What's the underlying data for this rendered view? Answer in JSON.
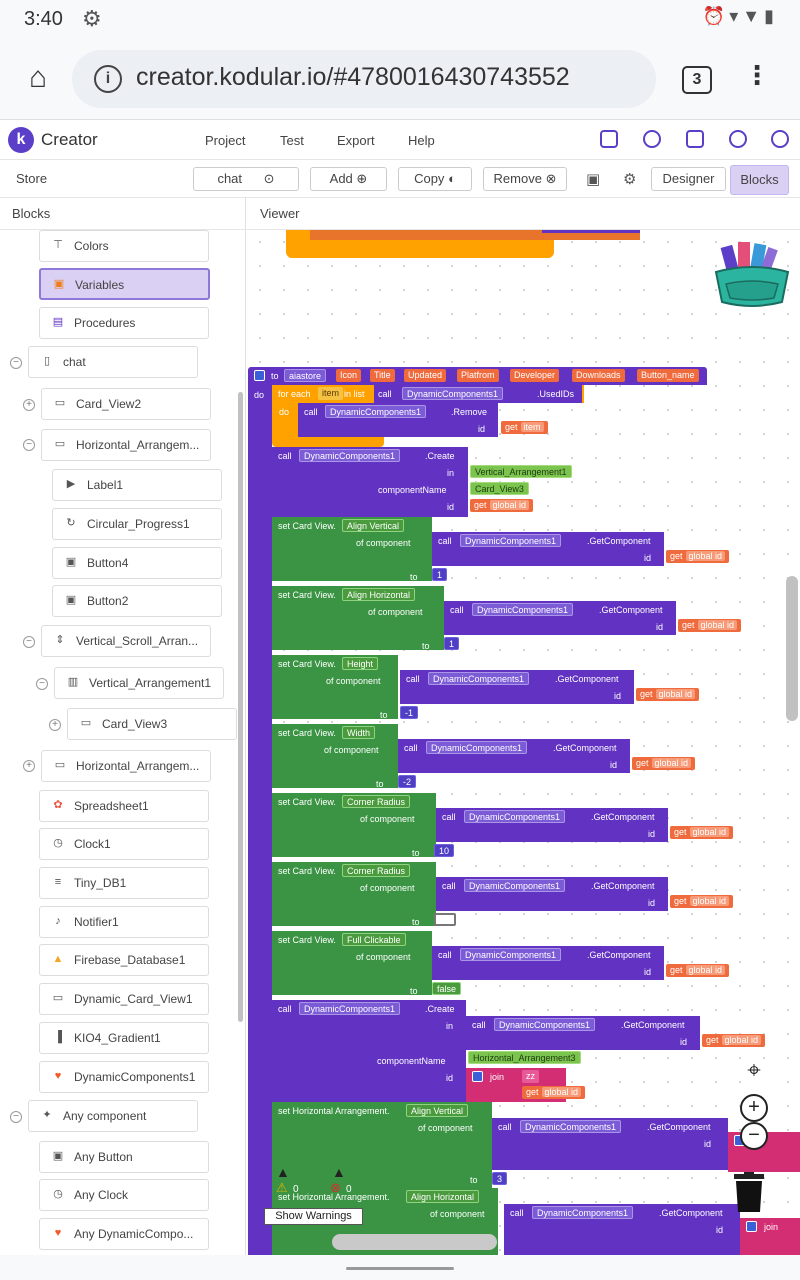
{
  "status_bar": {
    "time": "3:40"
  },
  "browser": {
    "url": "creator.kodular.io/#4780016430743552",
    "tab_count": "3"
  },
  "app": {
    "brand": "Creator",
    "menu": [
      "Project",
      "Test",
      "Export",
      "Help"
    ]
  },
  "toolbar": {
    "store": "Store",
    "screen": "chat",
    "add": "Add",
    "copy": "Copy",
    "remove": "Remove",
    "designer": "Designer",
    "blocks": "Blocks"
  },
  "panels": {
    "blocks": "Blocks",
    "viewer": "Viewer"
  },
  "tree": [
    {
      "label": "Colors",
      "icon": "paint-roller-icon"
    },
    {
      "label": "Variables",
      "icon": "variable-icon",
      "selected": true
    },
    {
      "label": "Procedures",
      "icon": "procedure-icon"
    },
    {
      "label": "chat",
      "icon": "phone-icon"
    },
    {
      "label": "Card_View2",
      "icon": "card-icon"
    },
    {
      "label": "Horizontal_Arrangem...",
      "icon": "horizontal-arrangement-icon"
    },
    {
      "label": "Label1",
      "icon": "label-icon"
    },
    {
      "label": "Circular_Progress1",
      "icon": "progress-icon"
    },
    {
      "label": "Button4",
      "icon": "button-icon"
    },
    {
      "label": "Button2",
      "icon": "button-icon"
    },
    {
      "label": "Vertical_Scroll_Arran...",
      "icon": "vertical-scroll-icon"
    },
    {
      "label": "Vertical_Arrangement1",
      "icon": "vertical-arrangement-icon"
    },
    {
      "label": "Card_View3",
      "icon": "card-icon"
    },
    {
      "label": "Horizontal_Arrangem...",
      "icon": "horizontal-arrangement-icon"
    },
    {
      "label": "Spreadsheet1",
      "icon": "spreadsheet-icon"
    },
    {
      "label": "Clock1",
      "icon": "clock-icon"
    },
    {
      "label": "Tiny_DB1",
      "icon": "database-icon"
    },
    {
      "label": "Notifier1",
      "icon": "bell-icon"
    },
    {
      "label": "Firebase_Database1",
      "icon": "firebase-icon"
    },
    {
      "label": "Dynamic_Card_View1",
      "icon": "card-icon"
    },
    {
      "label": "KIO4_Gradient1",
      "icon": "gradient-icon"
    },
    {
      "label": "DynamicComponents1",
      "icon": "dynamic-components-icon"
    },
    {
      "label": "Any component",
      "icon": "sparkle-icon"
    },
    {
      "label": "Any Button",
      "icon": "button-icon"
    },
    {
      "label": "Any Clock",
      "icon": "clock-icon"
    },
    {
      "label": "Any DynamicCompo...",
      "icon": "dynamic-components-icon"
    }
  ],
  "blocks": {
    "proc_to": "to",
    "proc_name": "aiastore",
    "proc_params": [
      "Icon",
      "Title",
      "Updated",
      "Platfrom",
      "Developer",
      "Downloads",
      "Button_name"
    ],
    "do": "do",
    "foreach": "for each",
    "item": "item",
    "in_list": "in list",
    "call": "call",
    "dc": "DynamicComponents1",
    "used_ids": ".UsedIDs",
    "remove": ".Remove",
    "create": ".Create",
    "get_component": ".GetComponent",
    "id": "id",
    "in": "in",
    "component_name": "componentName",
    "get": "get",
    "global_id": "global id",
    "vertical_arrangement1": "Vertical_Arrangement1",
    "card_view3": "Card_View3",
    "horizontal_arrangement3": "Horizontal_Arrangement3",
    "set_card_view": "set Card View.",
    "set_horizontal_arrangement": "set Horizontal Arrangement.",
    "of_component": "of component",
    "to": "to",
    "props": [
      "Align Vertical",
      "Align Horizontal",
      "Height",
      "Width",
      "Corner Radius",
      "Corner Radius",
      "Full Clickable"
    ],
    "values": [
      "1",
      "1",
      "-1",
      "-2",
      "10",
      "",
      "false"
    ],
    "ha_props": [
      "Align Vertical",
      "Align Horizontal"
    ],
    "ha_values": [
      "3"
    ],
    "join": "join",
    "zz": "zz"
  },
  "warnings": {
    "warnings_count": "0",
    "errors_count": "0",
    "button": "Show Warnings"
  }
}
